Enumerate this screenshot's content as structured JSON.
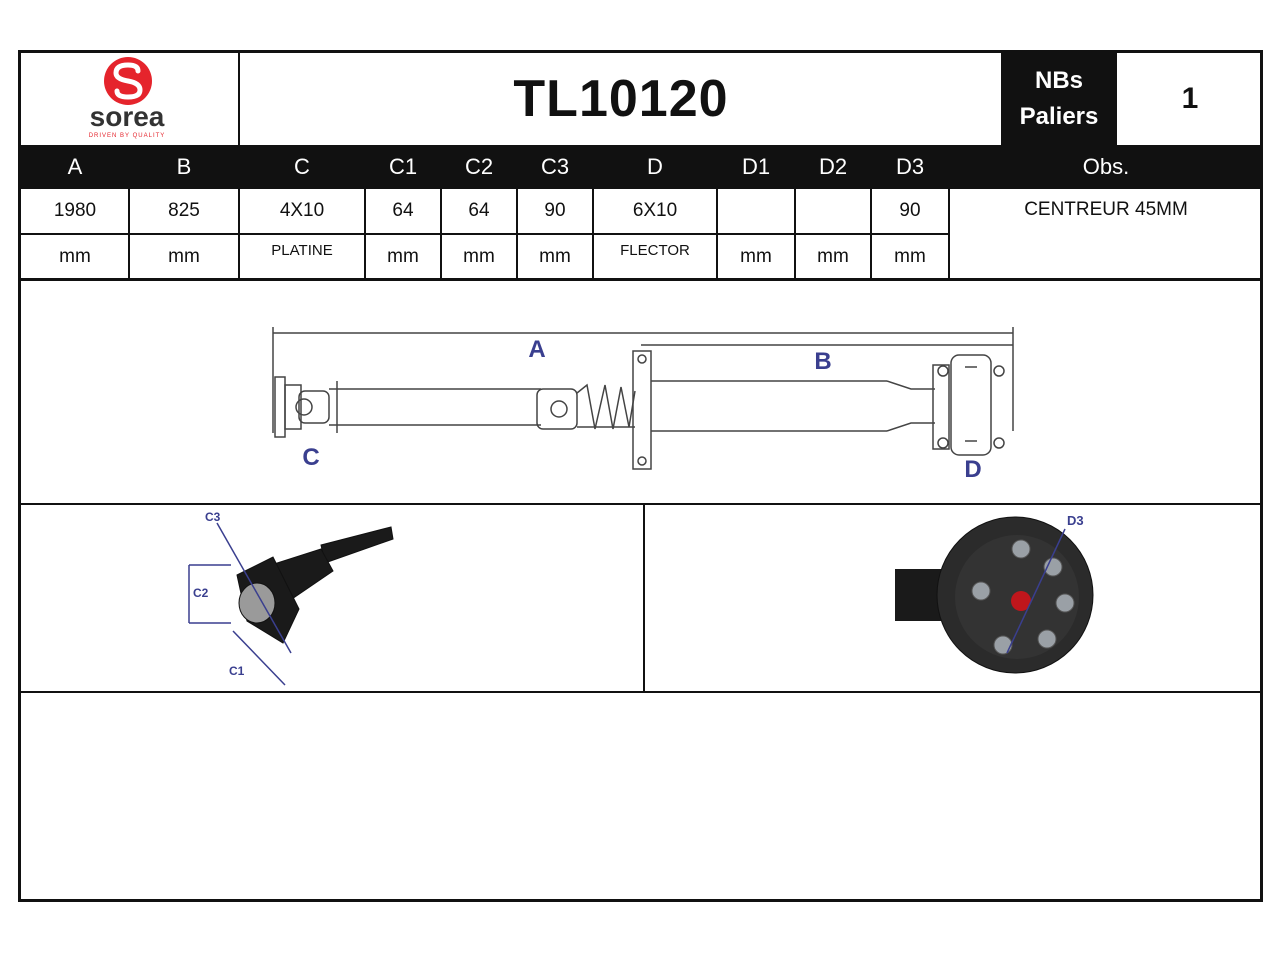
{
  "brand": {
    "name": "sorea",
    "tagline": "DRIVEN BY QUALITY",
    "color": "#e5242c"
  },
  "part_number": "TL10120",
  "bearings": {
    "label_line1": "NBs",
    "label_line2": "Paliers",
    "value": "1"
  },
  "columns": [
    {
      "header": "A",
      "value": "1980",
      "unit": "mm"
    },
    {
      "header": "B",
      "value": "825",
      "unit": "mm"
    },
    {
      "header": "C",
      "value": "4X10",
      "unit": "PLATINE"
    },
    {
      "header": "C1",
      "value": "64",
      "unit": "mm"
    },
    {
      "header": "C2",
      "value": "64",
      "unit": "mm"
    },
    {
      "header": "C3",
      "value": "90",
      "unit": "mm"
    },
    {
      "header": "D",
      "value": "6X10",
      "unit": "FLECTOR"
    },
    {
      "header": "D1",
      "value": "",
      "unit": "mm"
    },
    {
      "header": "D2",
      "value": "",
      "unit": "mm"
    },
    {
      "header": "D3",
      "value": "90",
      "unit": "mm"
    }
  ],
  "obs": {
    "header": "Obs.",
    "value": "CENTREUR 45MM"
  },
  "diagram": {
    "label_a": "A",
    "label_b": "B",
    "label_c": "C",
    "label_d": "D",
    "label_c1": "C1",
    "label_c2": "C2",
    "label_c3": "C3",
    "label_d3": "D3",
    "dimension_color": "#3a3f8f"
  }
}
